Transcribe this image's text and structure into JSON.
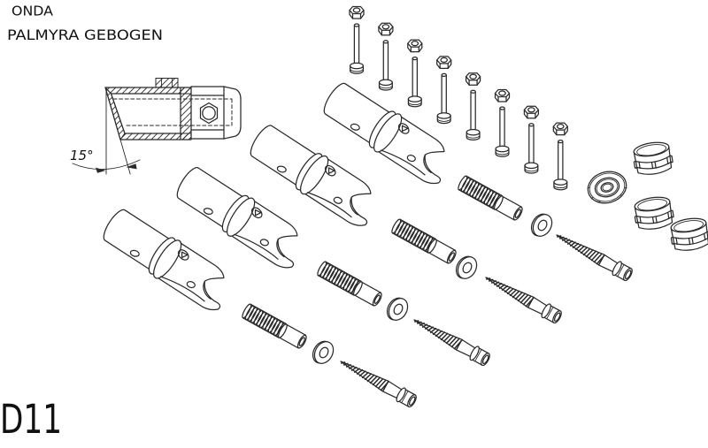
{
  "colors": {
    "line": "#2a2a2a",
    "text": "#111111",
    "background": "#ffffff"
  },
  "header": {
    "product_line": "ONDA",
    "model": "PALMYRA GEBOGEN"
  },
  "detail_view": {
    "angle_label": "15°"
  },
  "footer": {
    "sheet_code": "D11"
  },
  "parts": [
    {
      "name": "cylinder-bolt",
      "qty": 8
    },
    {
      "name": "hex-nut",
      "qty": 8
    },
    {
      "name": "clamp-fitting",
      "qty": 4
    },
    {
      "name": "expansion-anchor",
      "qty": 4
    },
    {
      "name": "washer",
      "qty": 4
    },
    {
      "name": "hex-head-screw",
      "qty": 4
    },
    {
      "name": "cover-cap",
      "qty": 3
    },
    {
      "name": "cover-cap-bottom-view",
      "qty": 1
    }
  ]
}
